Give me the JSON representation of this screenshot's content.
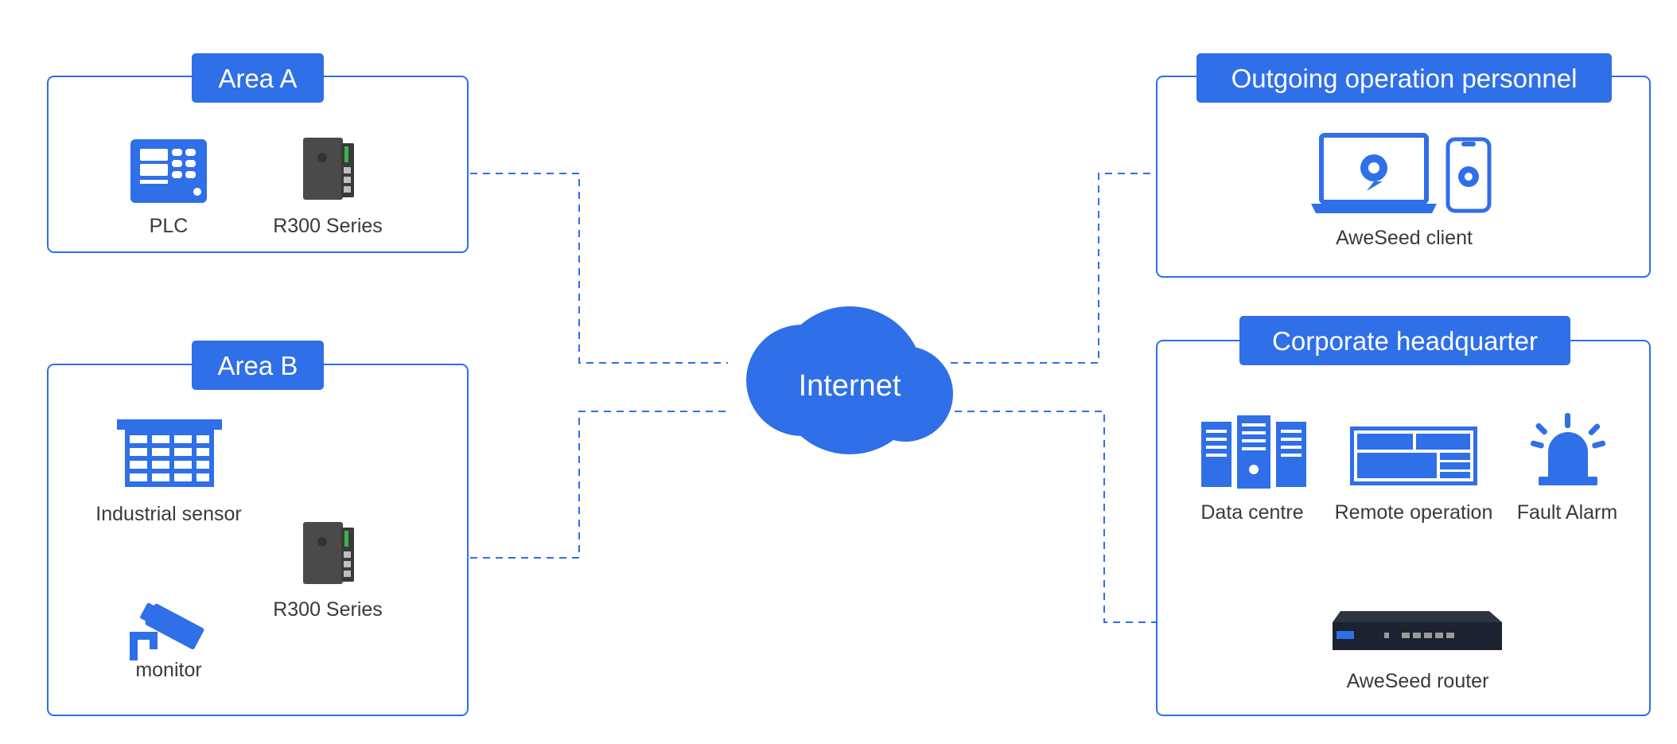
{
  "colors": {
    "accent": "#2f6fe8",
    "text": "#3a3a3a",
    "device": "#4a4a4a",
    "background": "#ffffff"
  },
  "groups": {
    "area_a": {
      "title": "Area A",
      "devices": {
        "plc": "PLC",
        "router": "R300 Series"
      }
    },
    "area_b": {
      "title": "Area B",
      "devices": {
        "sensor": "Industrial sensor",
        "router": "R300 Series",
        "monitor": "monitor"
      }
    },
    "personnel": {
      "title": "Outgoing operation personnel",
      "client": "AweSeed client"
    },
    "hq": {
      "title": "Corporate headquarter",
      "data_centre": "Data centre",
      "remote_operation": "Remote operation",
      "fault_alarm": "Fault Alarm",
      "router": "AweSeed router"
    }
  },
  "internet": {
    "label": "Internet"
  },
  "icons": [
    "plc-icon",
    "router-icon",
    "sensor-icon",
    "camera-icon",
    "laptop-icon",
    "phone-icon",
    "server-icon",
    "dashboard-icon",
    "alarm-icon",
    "rack-router-icon",
    "cloud-icon"
  ]
}
